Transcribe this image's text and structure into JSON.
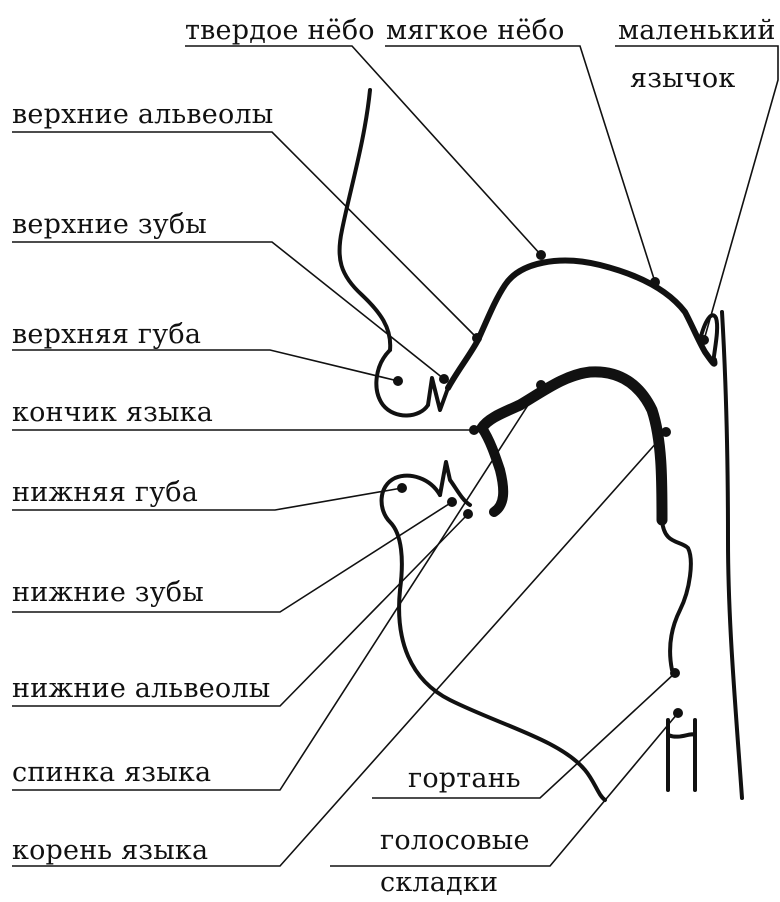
{
  "labels": {
    "hard_palate": "твердое нёбо",
    "soft_palate": "мягкое нёбо",
    "uvula_line1": "маленький",
    "uvula_line2": "язычок",
    "upper_alveoli": "верхние альвеолы",
    "upper_teeth": "верхние зубы",
    "upper_lip": "верхняя губа",
    "tongue_tip": "кончик языка",
    "lower_lip": "нижняя губа",
    "lower_teeth": "нижние зубы",
    "lower_alveoli": "нижние альвеолы",
    "tongue_back": "спинка языка",
    "tongue_root": "корень языка",
    "larynx": "гортань",
    "vocal_folds_line1": "голосовые",
    "vocal_folds_line2": "складки"
  },
  "colors": {
    "ink": "#111111",
    "background": "#ffffff"
  }
}
